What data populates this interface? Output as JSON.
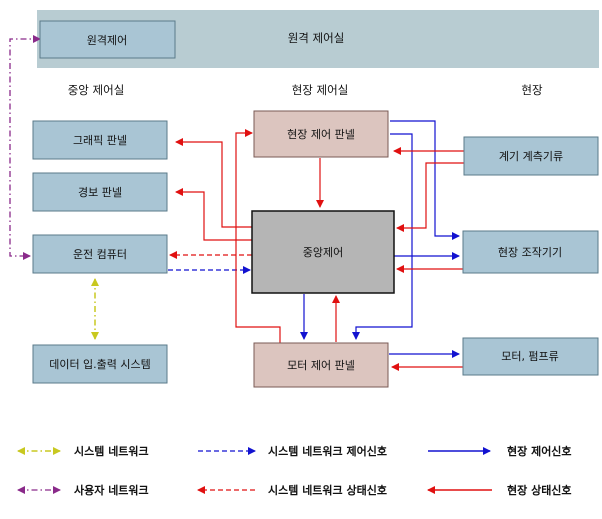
{
  "zones": {
    "remote": "원격 제어실",
    "central": "중앙 제어실",
    "site_control": "현장 제어실",
    "site": "현장"
  },
  "nodes": {
    "remote_control": "원격제어",
    "graphic_panel": "그래픽 판넬",
    "alarm_panel": "경보 판넬",
    "operation_computer": "운전 컴퓨터",
    "data_io_system": "데이터 입.출력 시스템",
    "site_control_panel": "현장 제어 판넬",
    "central_control": "중앙제어",
    "motor_control_panel": "모터 제어 판넬",
    "instrument": "계기 계측기류",
    "site_operator": "현장 조작기기",
    "motor_pump": "모터, 펌프류"
  },
  "legend": {
    "system_network": "시스템 네트워크",
    "system_network_control": "시스템 네트워크 제어신호",
    "site_control_signal": "현장 제어신호",
    "user_network": "사용자 네트워크",
    "system_network_status": "시스템 네트워크 상태신호",
    "site_status_signal": "현장 상태신호"
  },
  "colors": {
    "blue_node_fill": "#a9c5d4",
    "pink_node_fill": "#dcc5bf",
    "central_fill": "#b5b5b5",
    "header_band": "#b8ccd2",
    "control_signal": "#1212d0",
    "status_signal": "#e01010",
    "system_network": "#c8c820",
    "user_network": "#8a2a8a"
  }
}
